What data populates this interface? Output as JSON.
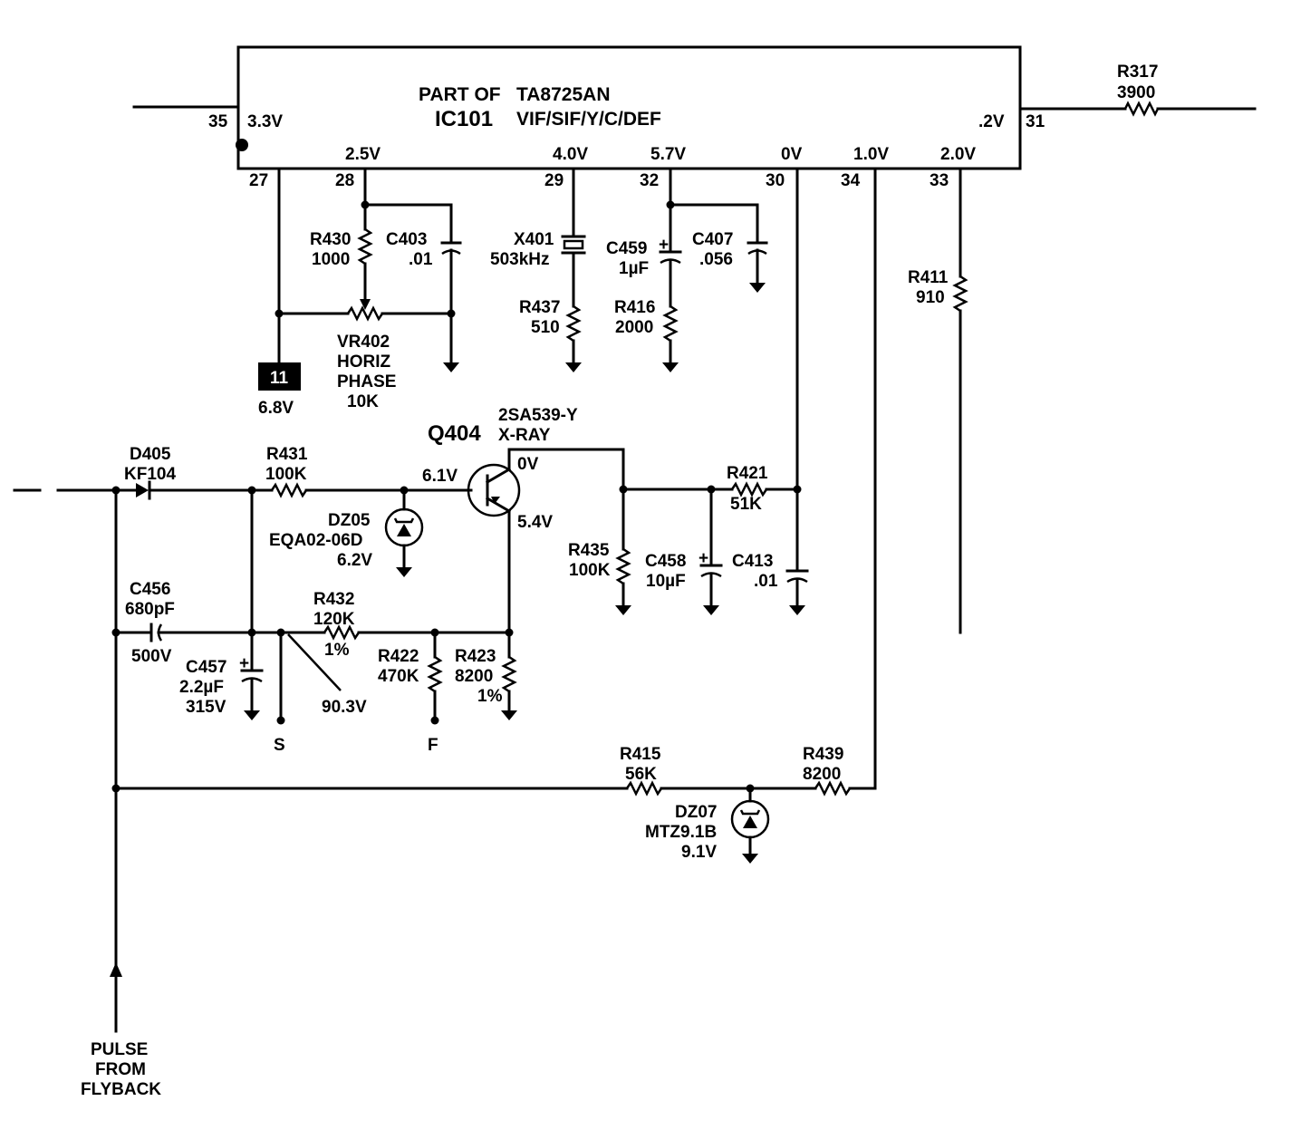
{
  "ic": {
    "line1": "PART OF",
    "part": "TA8725AN",
    "ref": "IC101",
    "function": "VIF/SIF/Y/C/DEF"
  },
  "pins": {
    "p35": {
      "num": "35",
      "v": "3.3V"
    },
    "p31": {
      "num": "31",
      "v": ".2V"
    },
    "p27": {
      "num": "27"
    },
    "p28": {
      "num": "28",
      "v": "2.5V"
    },
    "p29": {
      "num": "29",
      "v": "4.0V"
    },
    "p32": {
      "num": "32",
      "v": "5.7V"
    },
    "p30": {
      "num": "30",
      "v": "0V"
    },
    "p34": {
      "num": "34",
      "v": "1.0V"
    },
    "p33": {
      "num": "33",
      "v": "2.0V"
    }
  },
  "parts": {
    "r317": {
      "ref": "R317",
      "val": "3900"
    },
    "r430": {
      "ref": "R430",
      "val": "1000"
    },
    "c403": {
      "ref": "C403",
      "val": ".01"
    },
    "x401": {
      "ref": "X401",
      "val": "503kHz"
    },
    "c459": {
      "ref": "C459",
      "val": "1µF"
    },
    "c407": {
      "ref": "C407",
      "val": ".056"
    },
    "r437": {
      "ref": "R437",
      "val": "510"
    },
    "r416": {
      "ref": "R416",
      "val": "2000"
    },
    "r411": {
      "ref": "R411",
      "val": "910"
    },
    "vr402": {
      "ref": "VR402",
      "l1": "HORIZ",
      "l2": "PHASE",
      "val": "10K"
    },
    "tp11": {
      "num": "11",
      "v": "6.8V"
    },
    "d405": {
      "ref": "D405",
      "val": "KF104"
    },
    "r431": {
      "ref": "R431",
      "val": "100K"
    },
    "q404": {
      "ref": "Q404",
      "part": "2SA539-Y",
      "desc": "X-RAY",
      "vb": "6.1V",
      "vc": "0V",
      "ve": "5.4V"
    },
    "dz05": {
      "ref": "DZ05",
      "part": "EQA02-06D",
      "val": "6.2V"
    },
    "r421": {
      "ref": "R421",
      "val": "51K"
    },
    "r435": {
      "ref": "R435",
      "val": "100K"
    },
    "c458": {
      "ref": "C458",
      "val": "10µF"
    },
    "c413": {
      "ref": "C413",
      "val": ".01"
    },
    "c456": {
      "ref": "C456",
      "val": "680pF",
      "volt": "500V"
    },
    "r432": {
      "ref": "R432",
      "val": "120K",
      "tol": "1%"
    },
    "c457": {
      "ref": "C457",
      "val": "2.2µF",
      "volt": "315V"
    },
    "tap": {
      "v": "90.3V"
    },
    "r422": {
      "ref": "R422",
      "val": "470K"
    },
    "r423": {
      "ref": "R423",
      "val": "8200",
      "tol": "1%"
    },
    "r415": {
      "ref": "R415",
      "val": "56K"
    },
    "r439": {
      "ref": "R439",
      "val": "8200"
    },
    "dz07": {
      "ref": "DZ07",
      "part": "MTZ9.1B",
      "val": "9.1V"
    }
  },
  "terminals": {
    "s": "S",
    "f": "F"
  },
  "pulse": {
    "l1": "PULSE",
    "l2": "FROM",
    "l3": "FLYBACK"
  }
}
